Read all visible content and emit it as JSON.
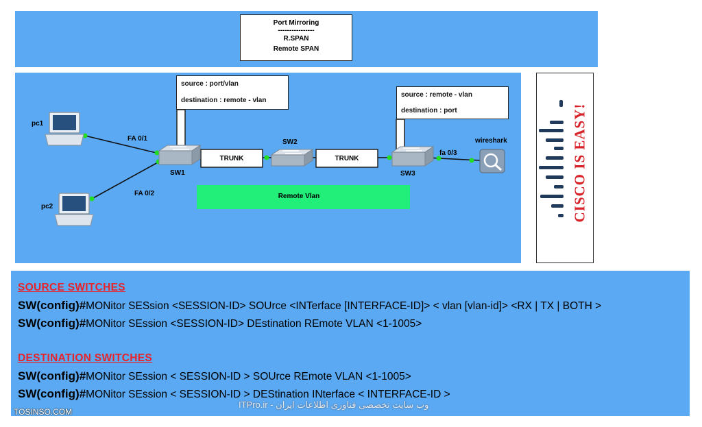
{
  "title_box": {
    "line1": "Port Mirroring",
    "divider": "----------------",
    "line2": "R.SPAN",
    "line3": "Remote SPAN"
  },
  "diagram": {
    "pc1": "pc1",
    "pc2": "pc2",
    "fa01": "FA 0/1",
    "fa02": "FA 0/2",
    "sw1": "SW1",
    "sw2": "SW2",
    "sw3": "SW3",
    "trunk1": "TRUNK",
    "trunk2": "TRUNK",
    "fa03": "fa 0/3",
    "wireshark": "wireshark",
    "remote_vlan": "Remote Vlan",
    "sw1_box": {
      "source": "source  :   port/vlan",
      "destination": "destination  :  remote - vlan"
    },
    "sw3_box": {
      "source": "source  :   remote - vlan",
      "destination": "destination  :   port"
    }
  },
  "logo": {
    "text": "CISCO IS EASY!",
    "bar_color": "#1f3a5a",
    "text_color": "#d8232a"
  },
  "commands": {
    "source_title": "SOURCE SWITCHES",
    "source_lines": [
      {
        "prefix": "SW(config)#",
        "body": "MONitor SESsion <SESSION-ID>  SOUrce <INTerface [INTERFACE-ID]> < vlan [vlan-id]> <RX | TX | BOTH >"
      },
      {
        "prefix": "SW(config)#",
        "body": "MONitor SEssion <SESSION-ID>   DEstination REmote VLAN   <1-1005>"
      }
    ],
    "dest_title": "DESTINATION SWITCHES",
    "dest_lines": [
      {
        "prefix": "SW(config)#",
        "body": "MONitor SEssion < SESSION-ID > SOUrce REmote VLAN   <1-1005>"
      },
      {
        "prefix": "SW(config)#",
        "body": "MONitor SEssion < SESSION-ID > DEStination INterface < INTERFACE-ID >"
      }
    ]
  },
  "watermark_left": "TOSINSO.COM",
  "watermark_center": "ITPro.ir - وب سایت تخصصی فناوری اطلاعات ایران",
  "colors": {
    "panel": "#5aa9f2",
    "link_dot": "#22dd22",
    "remote_vlan": "#22ee7a",
    "section_red": "#e8232a"
  }
}
